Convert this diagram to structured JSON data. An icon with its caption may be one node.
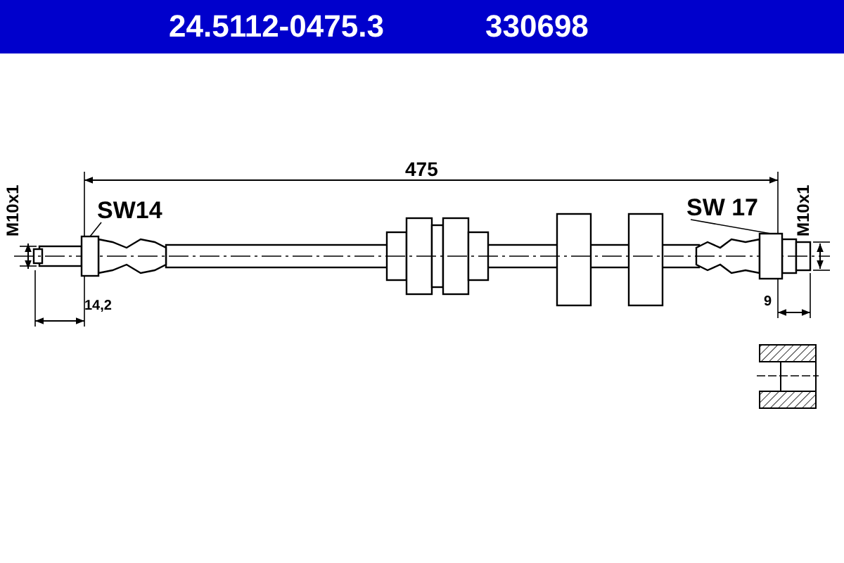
{
  "diagram": {
    "title": "24.5112-0475.3",
    "nodes": [
      {
        "text": [
          "SW14"
        ]
      },
      {
        "text": [],
        "shape": "box"
      },
      {
        "text": [
          "SW 17"
        ]
      },
      {
        "text": [],
        "shape": "box"
      }
    ],
    "edges": [
      {
        "from": 0,
        "to": 1,
        "arrow": "none"
      },
      {
        "from": 2,
        "to": 3,
        "arrow": "none"
      }
    ],
    "labels": [
      "330698",
      "M10x1",
      "475",
      "M10x1",
      "14,2",
      "9"
    ]
  }
}
